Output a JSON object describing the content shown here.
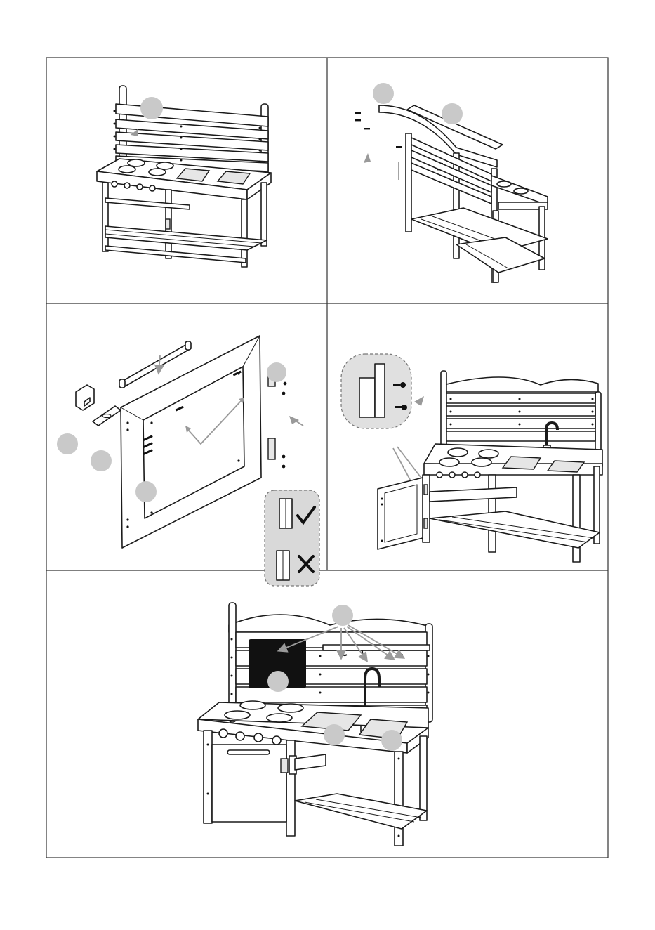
{
  "page": {
    "steps": [
      {
        "id": "step-1",
        "callouts": 1
      },
      {
        "id": "step-2",
        "callouts": 2
      },
      {
        "id": "step-3",
        "callouts": 4
      },
      {
        "id": "step-4",
        "callouts": 0
      },
      {
        "id": "step-5",
        "callouts": 4
      }
    ],
    "icons": [
      "check-mark-icon",
      "cross-mark-icon",
      "arrow-icon",
      "screw-icon",
      "hinge-icon"
    ],
    "colors": {
      "line": "#1a1a1a",
      "callout": "#c9c9c9",
      "arrow": "#9a9a9a",
      "inset": "#d9d9d9",
      "chalkboard": "#111111"
    }
  }
}
